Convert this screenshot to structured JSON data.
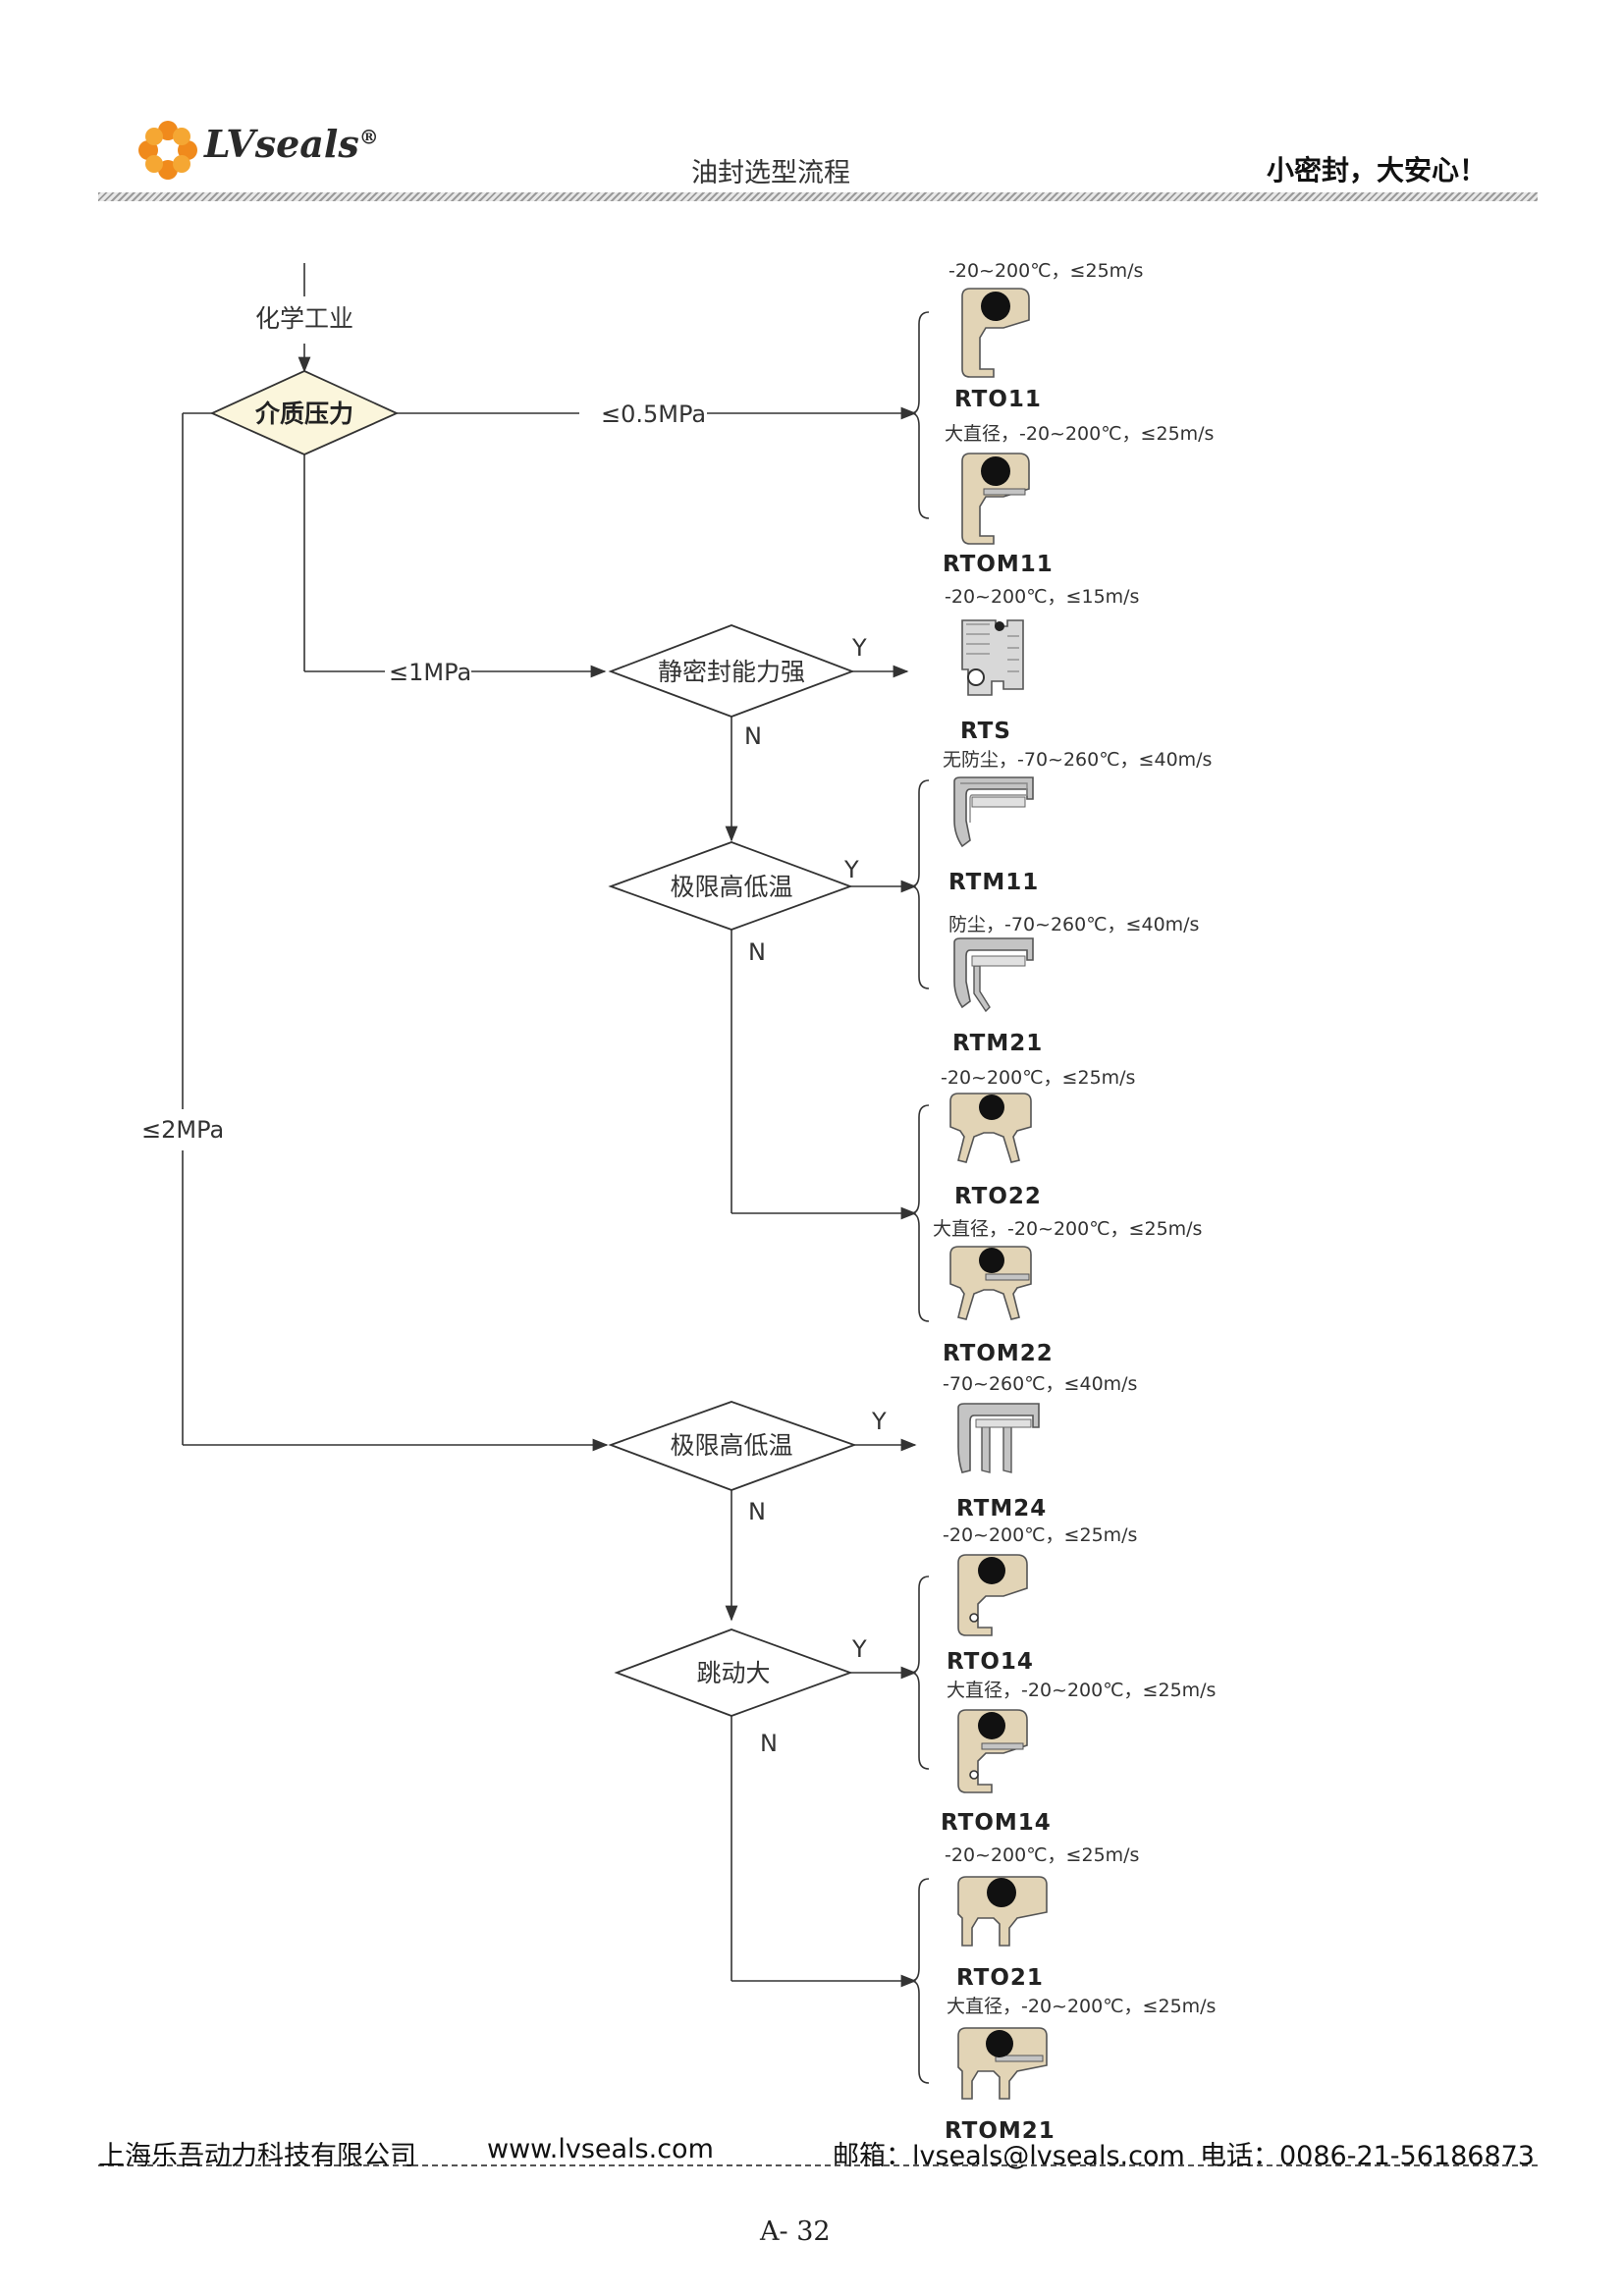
{
  "header": {
    "brand": "LVseals",
    "registered": "®",
    "title": "油封选型流程",
    "slogan": "小密封，大安心！"
  },
  "flow": {
    "start_label": "化学工业",
    "d1": "介质压力",
    "p_05": "≤0.5MPa",
    "p_1": "≤1MPa",
    "p_2": "≤2MPa",
    "d2": "静密封能力强",
    "d3": "极限高低温",
    "d4": "极限高低温",
    "d5": "跳动大",
    "y": "Y",
    "n": "N"
  },
  "products": [
    {
      "spec": "-20~200℃，≤25m/s",
      "model": "RTO11"
    },
    {
      "spec": "大直径，-20~200℃，≤25m/s",
      "model": "RTOM11"
    },
    {
      "spec": "-20~200℃，≤15m/s",
      "model": "RTS"
    },
    {
      "spec": "无防尘，-70~260℃，≤40m/s",
      "model": "RTM11"
    },
    {
      "spec": "防尘，-70~260℃，≤40m/s",
      "model": "RTM21"
    },
    {
      "spec": "-20~200℃，≤25m/s",
      "model": "RTO22"
    },
    {
      "spec": "大直径，-20~200℃，≤25m/s",
      "model": "RTOM22"
    },
    {
      "spec": "-70~260℃，≤40m/s",
      "model": "RTM24"
    },
    {
      "spec": "-20~200℃，≤25m/s",
      "model": "RTO14"
    },
    {
      "spec": "大直径，-20~200℃，≤25m/s",
      "model": "RTOM14"
    },
    {
      "spec": "-20~200℃，≤25m/s",
      "model": "RTO21"
    },
    {
      "spec": "大直径，-20~200℃，≤25m/s",
      "model": "RTOM21"
    }
  ],
  "footer": {
    "company": "上海乐吾动力科技有限公司",
    "website": "www.lvseals.com",
    "email": "邮箱：lvseals@lvseals.com",
    "phone": "电话：0086-21-56186873",
    "page": "A- 32"
  },
  "colors": {
    "seal_rubber": "#e2d4b6",
    "seal_metal": "#c4c4c4",
    "diamond_fill": "#fbf6dc",
    "logo_orange": "#f08a1c"
  }
}
